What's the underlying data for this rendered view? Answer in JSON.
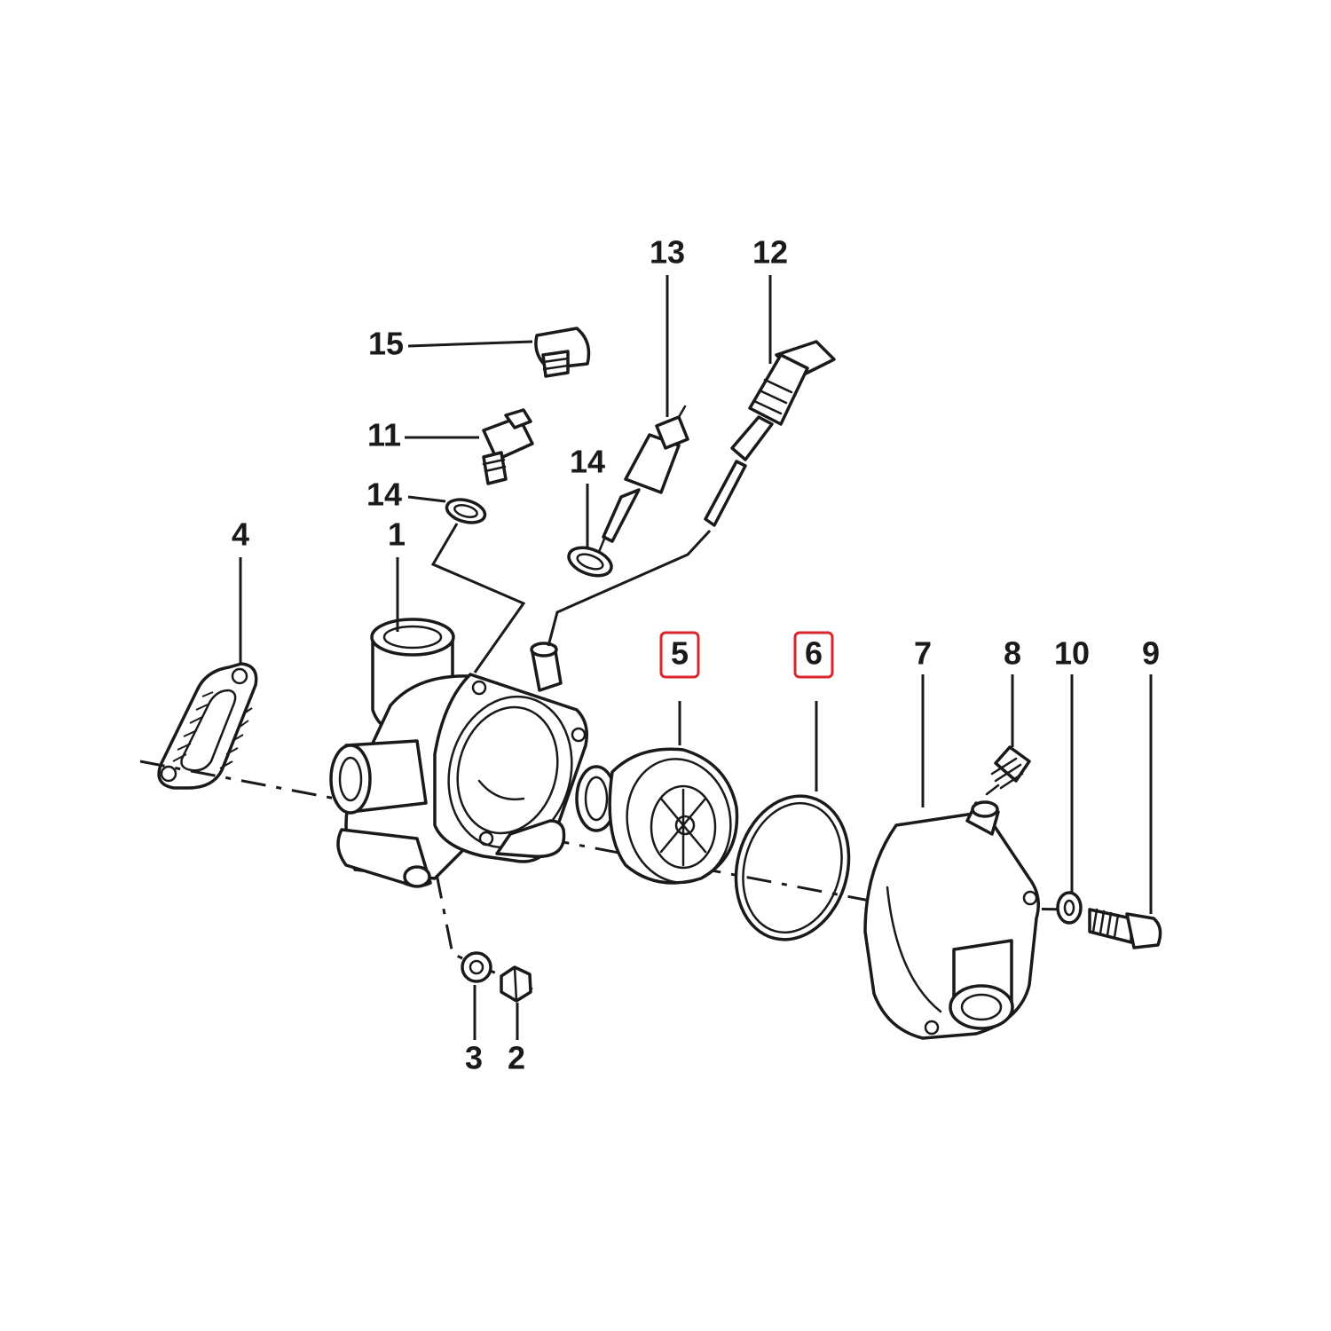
{
  "colors": {
    "ink": "#1a1a1a",
    "highlight": "#d9262c",
    "background": "#ffffff"
  },
  "callouts": [
    {
      "id": "1",
      "label": "1",
      "highlighted": false
    },
    {
      "id": "2",
      "label": "2",
      "highlighted": false
    },
    {
      "id": "3",
      "label": "3",
      "highlighted": false
    },
    {
      "id": "4",
      "label": "4",
      "highlighted": false
    },
    {
      "id": "5",
      "label": "5",
      "highlighted": true
    },
    {
      "id": "6",
      "label": "6",
      "highlighted": true
    },
    {
      "id": "7",
      "label": "7",
      "highlighted": false
    },
    {
      "id": "8",
      "label": "8",
      "highlighted": false
    },
    {
      "id": "9",
      "label": "9",
      "highlighted": false
    },
    {
      "id": "10",
      "label": "10",
      "highlighted": false
    },
    {
      "id": "11",
      "label": "11",
      "highlighted": false
    },
    {
      "id": "12",
      "label": "12",
      "highlighted": false
    },
    {
      "id": "13",
      "label": "13",
      "highlighted": false
    },
    {
      "id": "14a",
      "label": "14",
      "highlighted": false
    },
    {
      "id": "14b",
      "label": "14",
      "highlighted": false
    },
    {
      "id": "15",
      "label": "15",
      "highlighted": false
    }
  ]
}
